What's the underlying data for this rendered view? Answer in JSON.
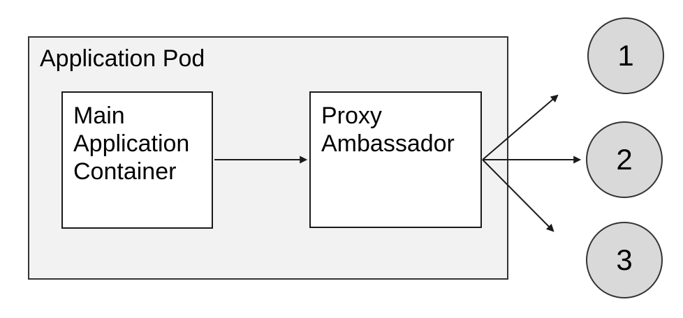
{
  "pod": {
    "title": "Application Pod"
  },
  "containers": [
    {
      "label": "Main Application Container"
    },
    {
      "label": "Proxy Ambassador"
    }
  ],
  "endpoints": [
    {
      "label": "1"
    },
    {
      "label": "2"
    },
    {
      "label": "3"
    }
  ],
  "colors": {
    "pod_fill": "#f2f2f2",
    "pod_border": "#333333",
    "box_fill": "#ffffff",
    "box_border": "#1a1a1a",
    "circle_fill": "#d9d9d9",
    "circle_border": "#333333",
    "arrow": "#1a1a1a",
    "text": "#000000"
  }
}
